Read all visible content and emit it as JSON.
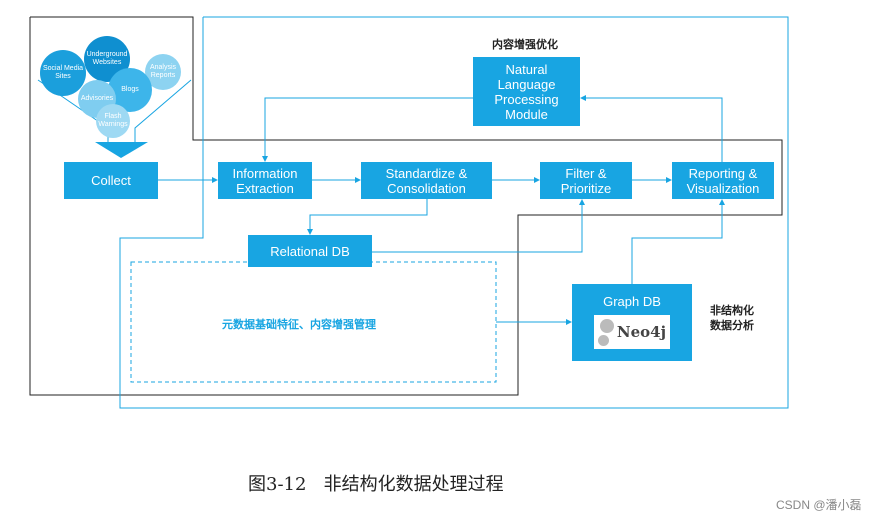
{
  "sources": [
    "Social Media Sites",
    "Underground Websites",
    "Analysis Reports",
    "Blogs",
    "Advisories",
    "Flash Warnings"
  ],
  "boxes": {
    "collect": "Collect",
    "info": "Information Extraction",
    "standardize": "Standardize & Consolidation",
    "filter": "Filter & Prioritize",
    "reporting": "Reporting & Visualization",
    "nlp": "Natural Language Processing Module",
    "relational": "Relational DB",
    "graph": "Graph DB",
    "neo4j": "Neo4j"
  },
  "labels": {
    "enhance": "内容增强优化",
    "unstructured": "非结构化\n数据分析",
    "metadata": "元数据基础特征、内容增强管理"
  },
  "caption": "图3-12   非结构化数据处理过程",
  "watermark": "CSDN @潘小磊",
  "colors": {
    "accent": "#18a5e2",
    "outline": "#222222"
  }
}
